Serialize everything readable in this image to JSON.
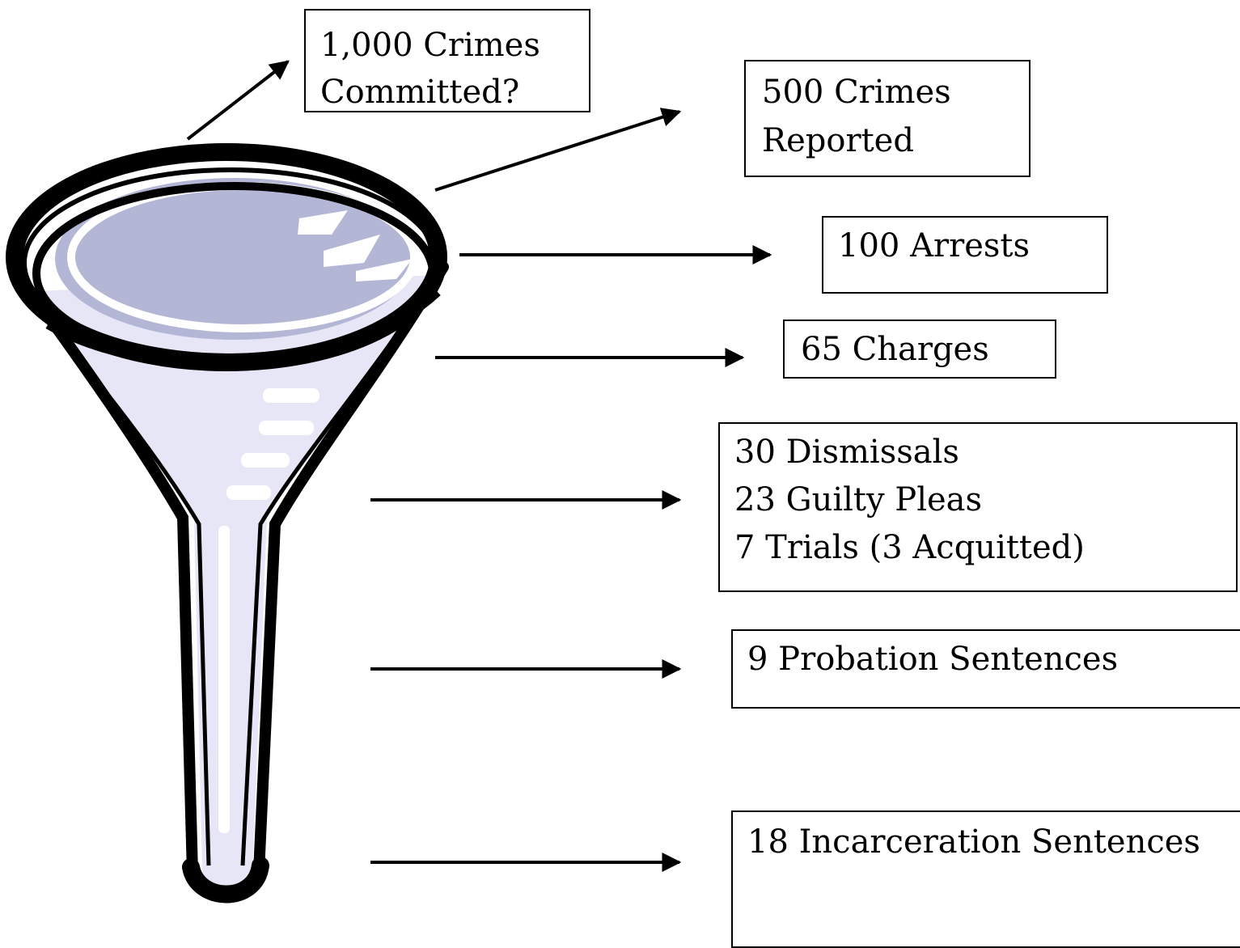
{
  "funnel": {
    "rim_colors": {
      "ink": "#000000",
      "bowl_fill": "#b4b6d6",
      "cone_fill": "#e6e6f7",
      "highlight": "#ffffff"
    }
  },
  "stages": [
    {
      "id": "committed",
      "text": "1,000 Crimes\nCommitted?"
    },
    {
      "id": "reported",
      "text": "500 Crimes\nReported"
    },
    {
      "id": "arrests",
      "text": "100 Arrests"
    },
    {
      "id": "charges",
      "text": "65 Charges"
    },
    {
      "id": "trial",
      "text": "30 Dismissals\n23 Guilty Pleas\n7 Trials (3 Acquitted)"
    },
    {
      "id": "probation",
      "text": "9 Probation Sentences"
    },
    {
      "id": "incarceration",
      "text": "18 Incarceration Sentences"
    }
  ]
}
